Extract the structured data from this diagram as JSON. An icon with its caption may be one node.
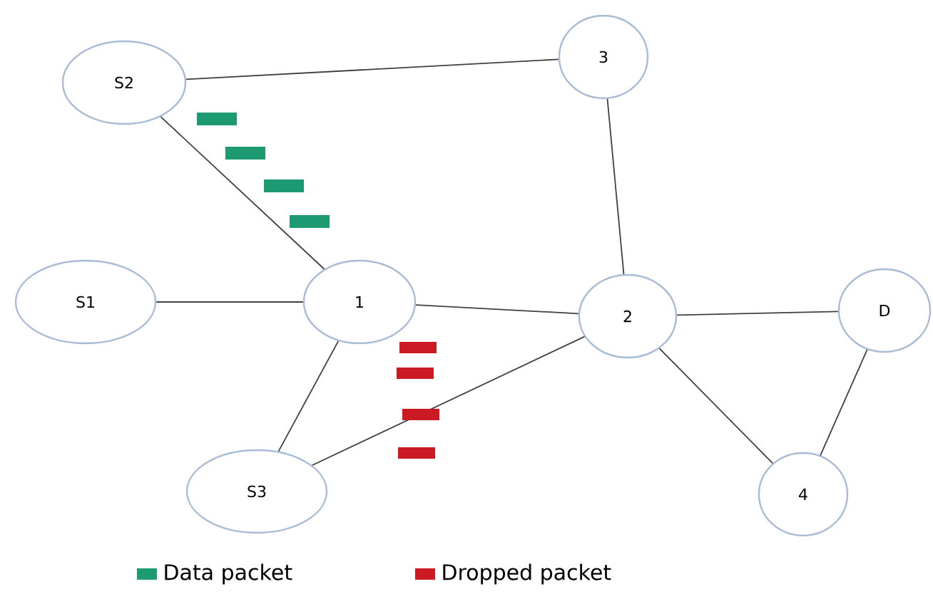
{
  "diagram": {
    "nodes": [
      {
        "text": [
          "S2"
        ]
      },
      {
        "text": [
          "3"
        ]
      },
      {
        "text": [
          "S1"
        ]
      },
      {
        "text": [
          "1"
        ]
      },
      {
        "text": [
          "2"
        ]
      },
      {
        "text": [
          "D"
        ]
      },
      {
        "text": [
          "S3"
        ]
      },
      {
        "text": [
          "4"
        ]
      }
    ],
    "edges": [
      {
        "from": 0,
        "to": 1,
        "arrow": "none"
      },
      {
        "from": 0,
        "to": 3,
        "arrow": "none"
      },
      {
        "from": 2,
        "to": 3,
        "arrow": "none"
      },
      {
        "from": 3,
        "to": 4,
        "arrow": "none"
      },
      {
        "from": 1,
        "to": 4,
        "arrow": "none"
      },
      {
        "from": 4,
        "to": 5,
        "arrow": "none"
      },
      {
        "from": 3,
        "to": 6,
        "arrow": "none"
      },
      {
        "from": 6,
        "to": 4,
        "arrow": "none"
      },
      {
        "from": 4,
        "to": 7,
        "arrow": "none"
      },
      {
        "from": 5,
        "to": 7,
        "arrow": "none"
      }
    ],
    "legend": [
      {
        "text": "Data packet",
        "color": "#1e9a72"
      },
      {
        "text": "Dropped packet",
        "color": "#cc1a24"
      }
    ]
  }
}
